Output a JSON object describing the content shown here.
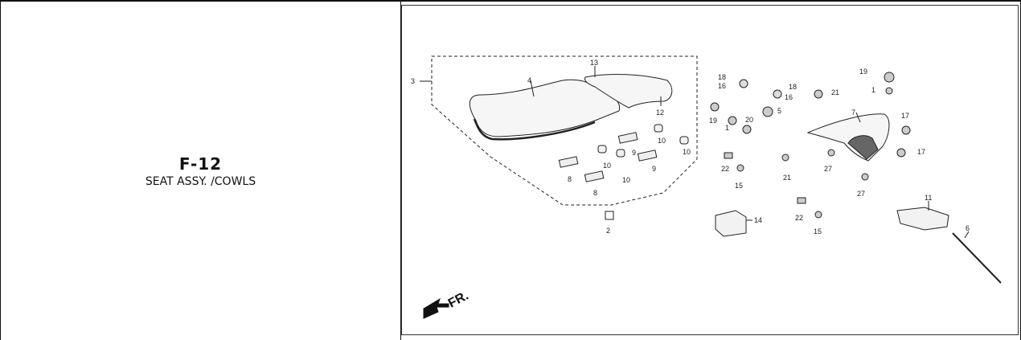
{
  "section": {
    "code": "F-12",
    "name": "SEAT ASSY. /COWLS"
  },
  "diagram": {
    "front_label": "FR.",
    "callouts": [
      "1",
      "2",
      "3",
      "4",
      "5",
      "6",
      "7",
      "8",
      "9",
      "10",
      "11",
      "12",
      "13",
      "14",
      "15",
      "16",
      "17",
      "18",
      "19",
      "20",
      "21",
      "22",
      "27"
    ]
  },
  "colors": {
    "line": "#222222",
    "part_fill": "#f2f2f2",
    "dark_part": "#555555"
  }
}
